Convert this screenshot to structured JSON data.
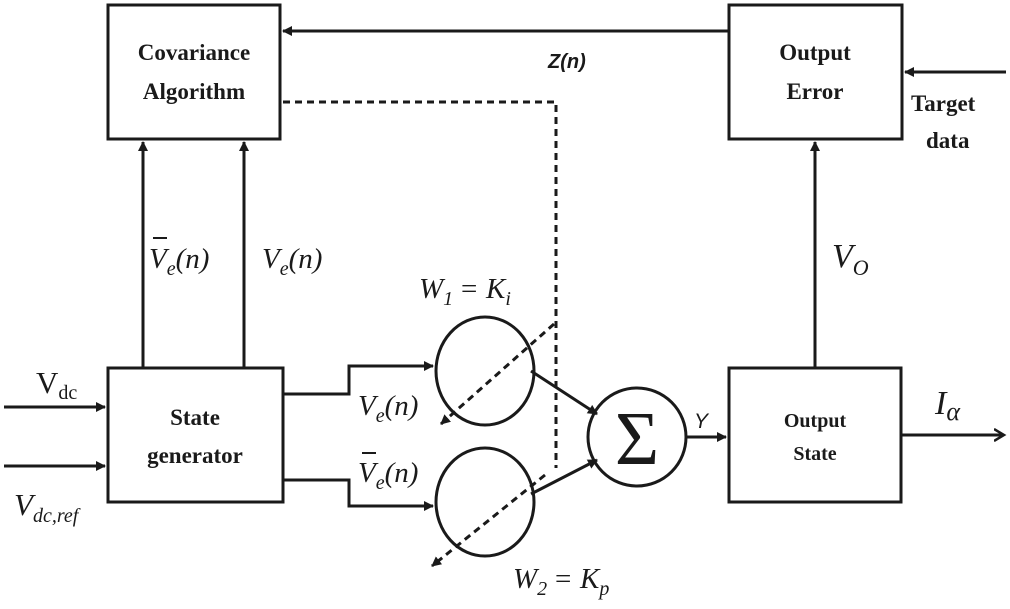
{
  "blocks": {
    "covariance": {
      "line1": "Covariance",
      "line2": "Algorithm"
    },
    "output_error": {
      "line1": "Output",
      "line2": "Error"
    },
    "state_generator": {
      "line1": "State",
      "line2": "generator"
    },
    "output_state": {
      "line1": "Output",
      "line2": "State"
    },
    "summation_symbol": "Σ"
  },
  "labels": {
    "target_data_line1": "Target",
    "target_data_line2": "data",
    "z_n": "Z(n)",
    "vbar_e_left": {
      "base": "V",
      "sub": "e",
      "arg": "(n)"
    },
    "v_e_left": {
      "base": "V",
      "sub": "e",
      "arg": "(n)"
    },
    "w1": {
      "base": "W",
      "sub": "1",
      "rhs": "= K",
      "rhs_sub": "i"
    },
    "w2": {
      "base": "W",
      "sub": "2",
      "rhs": "= K",
      "rhs_sub": "p"
    },
    "v_o": {
      "base": "V",
      "sub": "O"
    },
    "v_dc": {
      "base": "V",
      "sub": "dc"
    },
    "v_dc_ref": {
      "base": "V",
      "sub": "dc,ref"
    },
    "v_e_mid": {
      "base": "V",
      "sub": "e",
      "arg": "(n)"
    },
    "vbar_e_mid": {
      "base": "V",
      "sub": "e",
      "arg": "(n)"
    },
    "y": "Y",
    "i_alpha": {
      "base": "I",
      "sub": "α"
    }
  }
}
